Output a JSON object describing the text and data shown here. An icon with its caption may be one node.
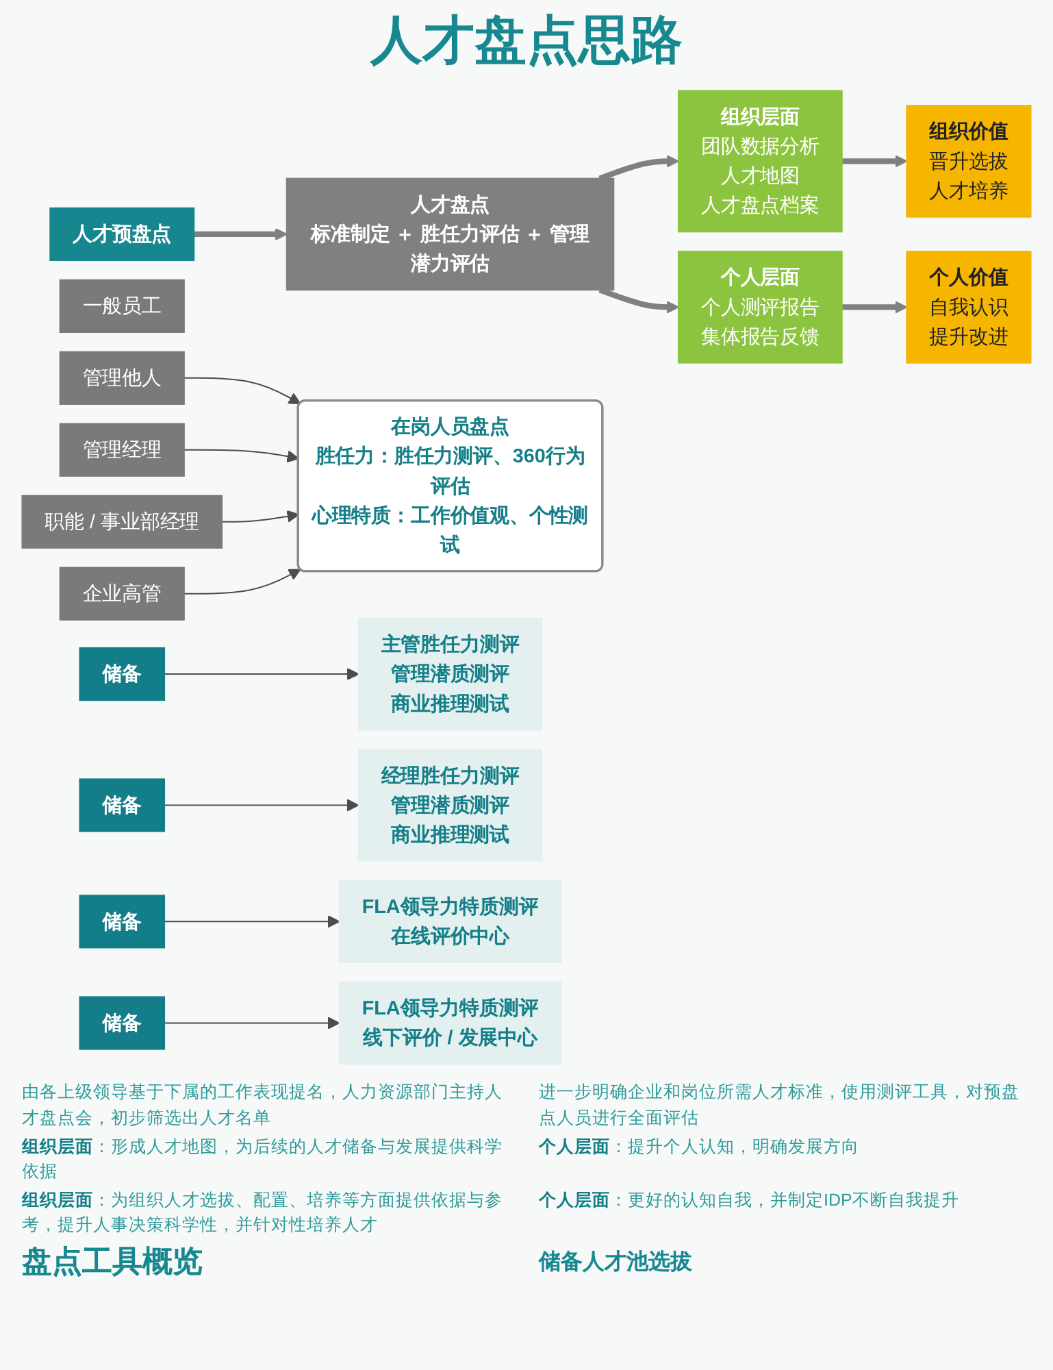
{
  "diagram": {
    "title": "人才盘点思路",
    "nodes": [
      {
        "text": [
          "人才预盘点"
        ]
      },
      {
        "text": [
          "人才盘点",
          "标准制定 ＋ 胜任力评估 ＋ 管理潜力评估"
        ]
      },
      {
        "text": [
          "组织层面",
          "团队数据分析",
          "人才地图",
          "人才盘点档案"
        ]
      },
      {
        "text": [
          "个人层面",
          "个人测评报告",
          "集体报告反馈"
        ]
      },
      {
        "text": [
          "组织价值",
          "晋升选拔",
          "人才培养"
        ]
      },
      {
        "text": [
          "个人价值",
          "自我认识",
          "提升改进"
        ]
      },
      {
        "text": [
          "在岗人员盘点",
          "胜任力：胜任力测评、360行为评估",
          "心理特质：工作价值观、个性测试"
        ]
      },
      {
        "text": [
          "一般员工"
        ]
      },
      {
        "text": [
          "储备"
        ]
      },
      {
        "text": [
          "管理他人"
        ]
      },
      {
        "text": [
          "储备"
        ]
      },
      {
        "text": [
          "管理经理"
        ]
      },
      {
        "text": [
          "储备"
        ]
      },
      {
        "text": [
          "职能 / 事业部经理"
        ]
      },
      {
        "text": [
          "储备"
        ]
      },
      {
        "text": [
          "企业高管"
        ]
      },
      {
        "text": [
          "主管胜任力测评",
          "管理潜质测评",
          "商业推理测试"
        ]
      },
      {
        "text": [
          "经理胜任力测评",
          "管理潜质测评",
          "商业推理测试"
        ]
      },
      {
        "text": [
          "FLA领导力特质测评",
          "在线评价中心"
        ]
      },
      {
        "text": [
          "FLA领导力特质测评",
          "线下评价 / 发展中心"
        ]
      }
    ],
    "edges": [
      {
        "from": 0,
        "to": 1,
        "arrow": "to",
        "style": "thick",
        "color": "#808080"
      },
      {
        "from": 1,
        "to": 2,
        "arrow": "to",
        "style": "thick",
        "color": "#808080"
      },
      {
        "from": 1,
        "to": 3,
        "arrow": "to",
        "style": "thick",
        "color": "#808080"
      },
      {
        "from": 2,
        "to": 4,
        "arrow": "to",
        "style": "thick",
        "color": "#808080"
      },
      {
        "from": 3,
        "to": 5,
        "arrow": "to",
        "style": "thick",
        "color": "#808080"
      },
      {
        "from": 8,
        "to": 16,
        "arrow": "to"
      },
      {
        "from": 9,
        "to": 6,
        "arrow": "to"
      },
      {
        "from": 10,
        "to": 17,
        "arrow": "to"
      },
      {
        "from": 11,
        "to": 6,
        "arrow": "to"
      },
      {
        "from": 12,
        "to": 18,
        "arrow": "to"
      },
      {
        "from": 13,
        "to": 6,
        "arrow": "to"
      },
      {
        "from": 14,
        "to": 19,
        "arrow": "to"
      },
      {
        "from": 15,
        "to": 6,
        "arrow": "to"
      }
    ],
    "labels": [
      "由各上级领导基于下属的工作表现提名，人力资源部门主持人才盘点会，初步筛选出人才名单",
      "进一步明确企业和岗位所需人才标准，使用测评工具，对预盘点人员进行全面评估",
      "**组织层面**：形成人才地图，为后续的人才储备与发展提供科学依据",
      "**个人层面**：提升个人认知，明确发展方向",
      "**组织层面**：为组织人才选拔、配置、培养等方面提供依据与参考，提升人事决策科学性，并针对性培养人才",
      "**个人层面**：更好的认知自我，并制定IDP不断自我提升",
      "盘点工具概览",
      "储备人才池选拔"
    ]
  }
}
